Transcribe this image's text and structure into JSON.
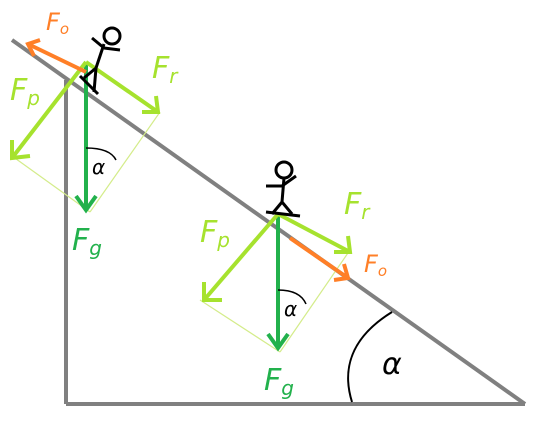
{
  "labels": {
    "friction": "F",
    "friction_sub": "o",
    "parallel": "F",
    "parallel_sub": "r",
    "perpendicular": "F",
    "perpendicular_sub": "p",
    "gravity": "F",
    "gravity_sub": "g",
    "angle": "α"
  },
  "colors": {
    "slope": "#808080",
    "gravity": "#22b14c",
    "component": "#a6e22e",
    "friction": "#ff7f27",
    "guide": "#d4ec8a",
    "figure": "#000000"
  }
}
